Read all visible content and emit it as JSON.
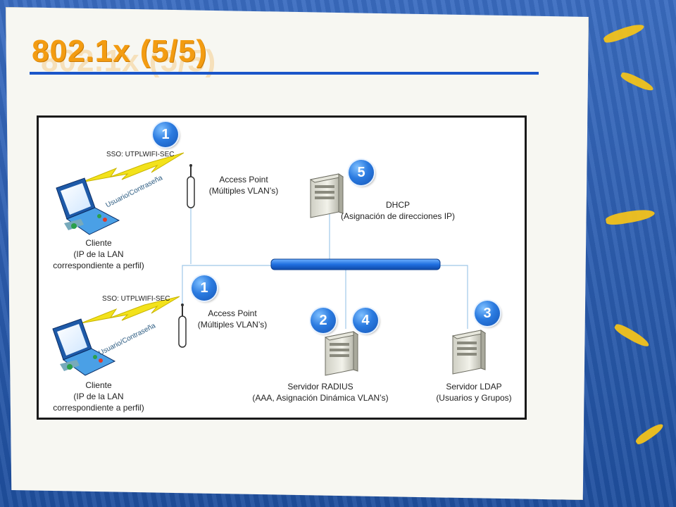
{
  "slide": {
    "title": "802.1x (5/5)"
  },
  "diagram": {
    "top_client": {
      "ssid": "SSO:  UTPLWIFI-SEC",
      "credentials": "Usuario/Contraseña",
      "label_line1": "Cliente",
      "label_line2": "(IP de la LAN",
      "label_line3": "correspondiente a perfil)"
    },
    "top_ap": {
      "label_line1": "Access Point",
      "label_line2": "(Múltiples VLAN’s)"
    },
    "dhcp": {
      "label_line1": "DHCP",
      "label_line2": "(Asignación de direcciones IP)"
    },
    "bottom_client": {
      "ssid": "SSO:  UTPLWIFI-SEC",
      "credentials": "Usuario/Contraseña",
      "label_line1": "Cliente",
      "label_line2": "(IP de la LAN",
      "label_line3": "correspondiente a perfil)"
    },
    "bottom_ap": {
      "label_line1": "Access Point",
      "label_line2": "(Múltiples VLAN’s)"
    },
    "radius": {
      "label_line1": "Servidor RADIUS",
      "label_line2": "(AAA, Asignación Dinámica VLAN’s)"
    },
    "ldap": {
      "label_line1": "Servidor LDAP",
      "label_line2": "(Usuarios y Grupos)"
    },
    "steps": {
      "top_ap": "1",
      "bottom_ap": "1",
      "radius_a": "2",
      "radius_b": "4",
      "ldap": "3",
      "dhcp": "5"
    }
  }
}
